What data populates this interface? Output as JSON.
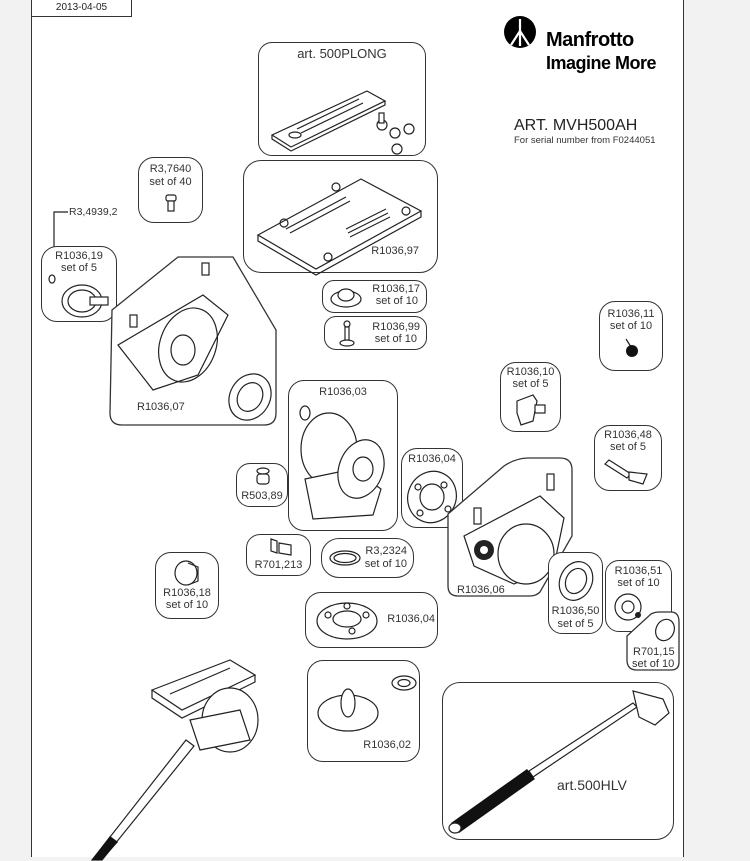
{
  "header": {
    "date": "2013-04-05",
    "brand": "Manfrotto",
    "tagline": "Imagine More",
    "article": "ART. MVH500AH",
    "serial_note": "For serial number from F0244051"
  },
  "parts": [
    {
      "code": "art. 500PLONG",
      "qty": ""
    },
    {
      "code": "R3,7640",
      "qty": "set of 40"
    },
    {
      "code": "R1036,97",
      "qty": ""
    },
    {
      "code": "R3,4939,2",
      "qty": ""
    },
    {
      "code": "R1036,19",
      "qty": "set of 5"
    },
    {
      "code": "R1036,17",
      "qty": "set of 10"
    },
    {
      "code": "R1036,99",
      "qty": "set of 10"
    },
    {
      "code": "R1036,07",
      "qty": ""
    },
    {
      "code": "R1036,11",
      "qty": "set of 10"
    },
    {
      "code": "R1036,10",
      "qty": "set of 5"
    },
    {
      "code": "R1036,03",
      "qty": ""
    },
    {
      "code": "R1036,48",
      "qty": "set of 5"
    },
    {
      "code": "R1036,04",
      "qty": ""
    },
    {
      "code": "R503,89",
      "qty": ""
    },
    {
      "code": "R1036,06",
      "qty": ""
    },
    {
      "code": "R701,213",
      "qty": ""
    },
    {
      "code": "R3,2324",
      "qty": "set of 10"
    },
    {
      "code": "R1036,51",
      "qty": "set of 10"
    },
    {
      "code": "R1036,18",
      "qty": "set of 10"
    },
    {
      "code": "R1036,50",
      "qty": "set of 5"
    },
    {
      "code": "R1036,04",
      "qty": ""
    },
    {
      "code": "R701,15",
      "qty": "set of 10"
    },
    {
      "code": "R1036,02",
      "qty": ""
    },
    {
      "code": "art.500HLV",
      "qty": ""
    }
  ]
}
